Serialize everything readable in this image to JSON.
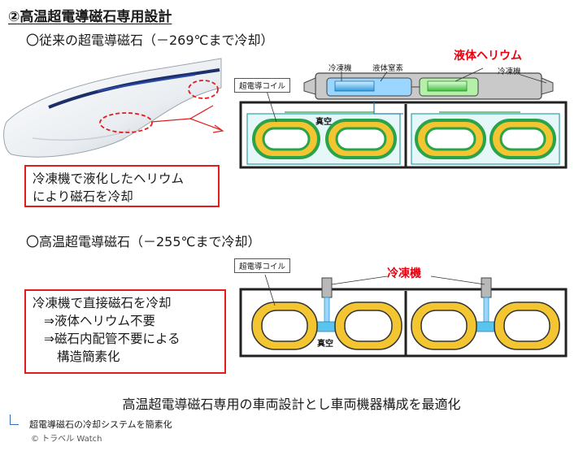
{
  "title": "②高温超電導磁石専用設計",
  "section1": {
    "heading": "〇従来の超電導磁石（－269℃まで冷却）",
    "note_lines": [
      "冷凍機で液化したヘリウム",
      "により磁石を冷却"
    ],
    "label_coil": "超電導コイル",
    "label_cooler_left": "冷凍機",
    "label_nitrogen": "液体窒素",
    "label_helium": "液体ヘリウム",
    "label_cooler_right": "冷凍機",
    "label_vacuum": "真空"
  },
  "section2": {
    "heading": "〇高温超電導磁石（－255℃まで冷却）",
    "note_lines": [
      "冷凍機で直接磁石を冷却",
      "⇒液体ヘリウム不要",
      "⇒磁石内配管不要による",
      "構造簡素化"
    ],
    "label_coil": "超電導コイル",
    "label_cooler": "冷凍機",
    "label_vacuum": "真空"
  },
  "summary": "高温超電導磁石専用の車両設計とし車両機器構成を最適化",
  "caption": "超電導磁石の冷却システムを簡素化",
  "credit": "© トラベル Watch",
  "colors": {
    "accent_red": "#e8000e",
    "coil_yellow": "#f2c531",
    "coil_green": "#2aa34a",
    "vacuum_fill": "#e6f7fa",
    "cooler_gray": "#b8b8b8"
  }
}
